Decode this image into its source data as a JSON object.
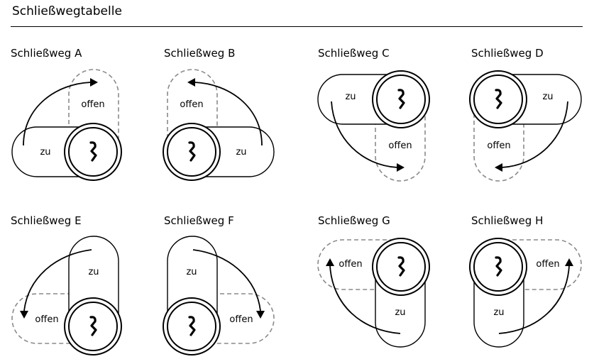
{
  "title": "Schließwegtabelle",
  "labels": {
    "closed": "zu",
    "open": "offen"
  },
  "panels": [
    {
      "id": "a",
      "title": "Schließweg A",
      "closed_label": "zu",
      "open_label": "offen"
    },
    {
      "id": "b",
      "title": "Schließweg B",
      "closed_label": "zu",
      "open_label": "offen"
    },
    {
      "id": "c",
      "title": "Schließweg C",
      "closed_label": "zu",
      "open_label": "offen"
    },
    {
      "id": "d",
      "title": "Schließweg D",
      "closed_label": "zu",
      "open_label": "offen"
    },
    {
      "id": "e",
      "title": "Schließweg E",
      "closed_label": "zu",
      "open_label": "offen"
    },
    {
      "id": "f",
      "title": "Schließweg F",
      "closed_label": "zu",
      "open_label": "offen"
    },
    {
      "id": "g",
      "title": "Schließweg G",
      "closed_label": "zu",
      "open_label": "offen"
    },
    {
      "id": "h",
      "title": "Schließweg H",
      "closed_label": "zu",
      "open_label": "offen"
    }
  ]
}
